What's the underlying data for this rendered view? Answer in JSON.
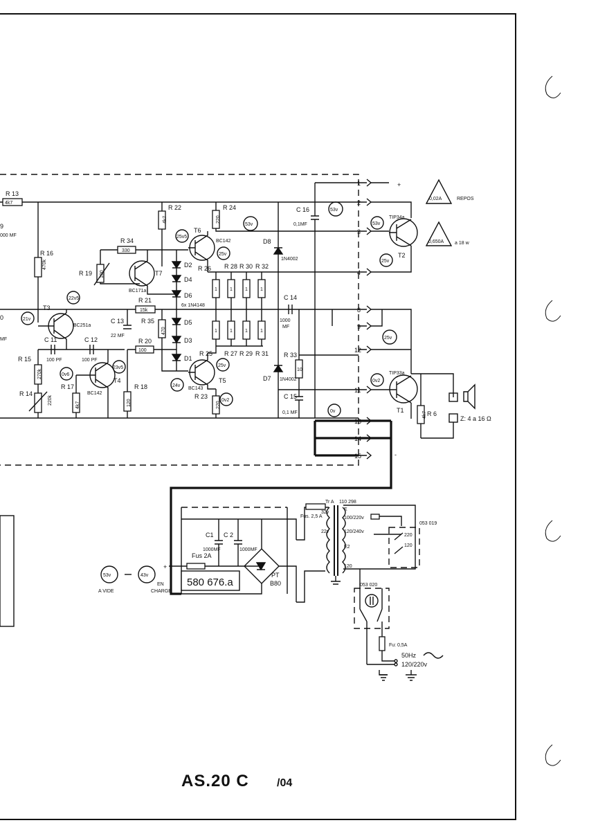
{
  "title": {
    "main": "AS.20 C",
    "sub": "04"
  },
  "board_id": "580 676.a",
  "resistors": [
    {
      "ref": "R 13",
      "value": "4k7"
    },
    {
      "ref": "R 16",
      "value": "470k"
    },
    {
      "ref": "R 22",
      "value": "4k7"
    },
    {
      "ref": "R 24",
      "value": "220"
    },
    {
      "ref": "R 34",
      "value": "330"
    },
    {
      "ref": "R 19",
      "value": "100"
    },
    {
      "ref": "R 21",
      "value": "15k"
    },
    {
      "ref": "R 35",
      "value": "470"
    },
    {
      "ref": "R 20",
      "value": "100"
    },
    {
      "ref": "R 15",
      "value": "270k"
    },
    {
      "ref": "R 14",
      "value": "220k"
    },
    {
      "ref": "R 17",
      "value": "4k7"
    },
    {
      "ref": "R 18",
      "value": "120"
    },
    {
      "ref": "R 23",
      "value": "220"
    },
    {
      "ref": "R 33",
      "value": "10"
    },
    {
      "ref": "R 6",
      "value": "4k7"
    }
  ],
  "resistor_bank": {
    "top": [
      "R 26",
      "R 28",
      "R 30",
      "R 32"
    ],
    "bottom": [
      "R 25",
      "R 27",
      "R 29",
      "R 31"
    ],
    "value": "1"
  },
  "transistors": [
    {
      "ref": "T3",
      "type": "BC251a"
    },
    {
      "ref": "T4",
      "type": "BC142"
    },
    {
      "ref": "T5",
      "type": "BC143"
    },
    {
      "ref": "T6",
      "type": "BC142"
    },
    {
      "ref": "T7",
      "type": "BC171a"
    },
    {
      "ref": "T1",
      "type": "TIP33a"
    },
    {
      "ref": "T2",
      "type": "TIP34a"
    }
  ],
  "diodes": {
    "chain": [
      "D2",
      "D4",
      "D6",
      "D5",
      "D3",
      "D1"
    ],
    "chain_note": "6x 1N4148",
    "d8": {
      "ref": "D8",
      "type": "1N4002"
    },
    "d7": {
      "ref": "D7",
      "type": "1N4002"
    }
  },
  "capacitors": [
    {
      "ref": "C 11",
      "value": "100 PF"
    },
    {
      "ref": "C 12",
      "value": "100 PF"
    },
    {
      "ref": "C 13",
      "value": "22 MF"
    },
    {
      "ref": "C 14",
      "value": "1000",
      "value2": "MF"
    },
    {
      "ref": "C 15",
      "value": "0,1 MF"
    },
    {
      "ref": "C 16",
      "value": "0,1MF"
    },
    {
      "ref": "C1",
      "value": "1000MF"
    },
    {
      "ref": "C 2",
      "value": "1000MF"
    }
  ],
  "left_fragments": [
    "9",
    "000 MF",
    "0",
    "MF"
  ],
  "voltages": {
    "t3_base": "21v",
    "t3_emit": "22v5",
    "t4_base": "0v6",
    "t4_coll": "23v5",
    "t6_base": "25v5",
    "t6_emit": "25v",
    "t5_emit": "25v",
    "t5_base": "24v",
    "r23_node": "0v2",
    "r24_node": "53v",
    "c16_node": "53v",
    "out_node": "25v",
    "t1_base": "0v2",
    "ground": "0v",
    "t2_base": "53v",
    "t2_coll": "25v",
    "supply_idle": "53v",
    "supply_load": "43v"
  },
  "currents": [
    {
      "value": "0,02A",
      "note": "REPOS"
    },
    {
      "value": "0,650A",
      "note": "a 18 w"
    }
  ],
  "connector_pins": [
    "1",
    "2",
    "3",
    "4",
    "8",
    "9",
    "12",
    "11",
    "13",
    "14",
    "15"
  ],
  "polarity": {
    "plus": "+",
    "minus": "-"
  },
  "speaker_label": "Z: 4 a 16 Ω",
  "power": {
    "fuse_dc": "Fus 2A",
    "bridge": [
      "PT",
      "B80"
    ],
    "idle_label": "A VIDE",
    "load_label": [
      "EN",
      "CHARGE"
    ],
    "transformer": {
      "ref": "Tr A",
      "number": "110 298"
    },
    "fuse_sec": "Fus. 2,5 A",
    "sec_tap": "32v",
    "sec_tap2": "22v",
    "primary_marks": {
      "e": "E",
      "e2": "E2",
      "p1": "100/220v",
      "p2": "120/240v",
      "p3": "120"
    },
    "selector": {
      "id": "053 019",
      "options": [
        "220",
        "120"
      ]
    },
    "switch_id": "053 020",
    "fuse_main": "Fu: 0,5A",
    "mains": {
      "freq": "50Hz",
      "volts": "120/220v"
    }
  }
}
